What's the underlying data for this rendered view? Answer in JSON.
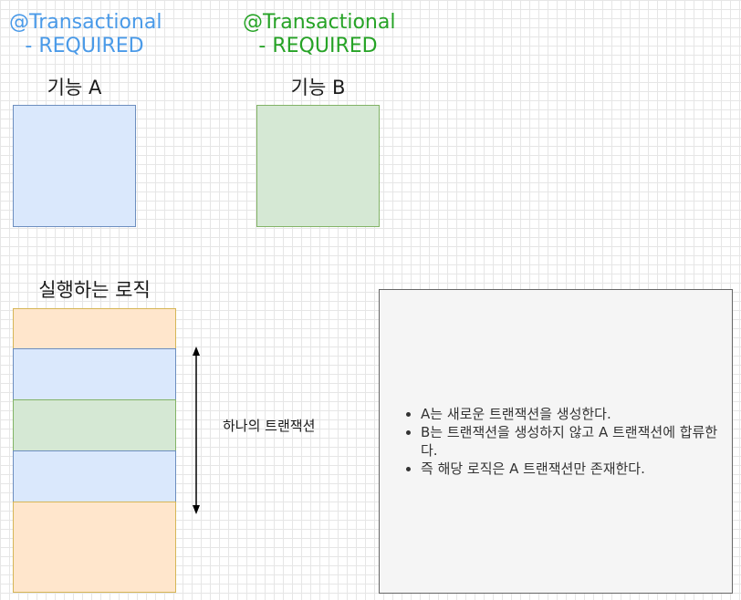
{
  "feature_a": {
    "annotation_line1": "@Transactional",
    "annotation_line2": "- REQUIRED",
    "annotation_color": "#4a9ae8",
    "label": "기능 A",
    "fill": "#dae8fc",
    "stroke": "#6c8ebf"
  },
  "feature_b": {
    "annotation_line1": "@Transactional",
    "annotation_line2": "- REQUIRED",
    "annotation_color": "#26a326",
    "label": "기능 B",
    "fill": "#d5e8d4",
    "stroke": "#82b366"
  },
  "logic": {
    "title": "실행하는 로직",
    "colors": {
      "orange_fill": "#ffe6cc",
      "orange_stroke": "#d6b656",
      "blue_fill": "#dae8fc",
      "blue_stroke": "#6c8ebf",
      "green_fill": "#d5e8d4",
      "green_stroke": "#82b366"
    }
  },
  "transaction_label": "하나의 트랜잭션",
  "notes": [
    "A는 새로운 트랜잭션을 생성한다.",
    "B는 트랜잭션을 생성하지 않고 A 트랜잭션에 합류한다.",
    "즉 해당 로직은 A 트랜잭션만 존재한다."
  ]
}
